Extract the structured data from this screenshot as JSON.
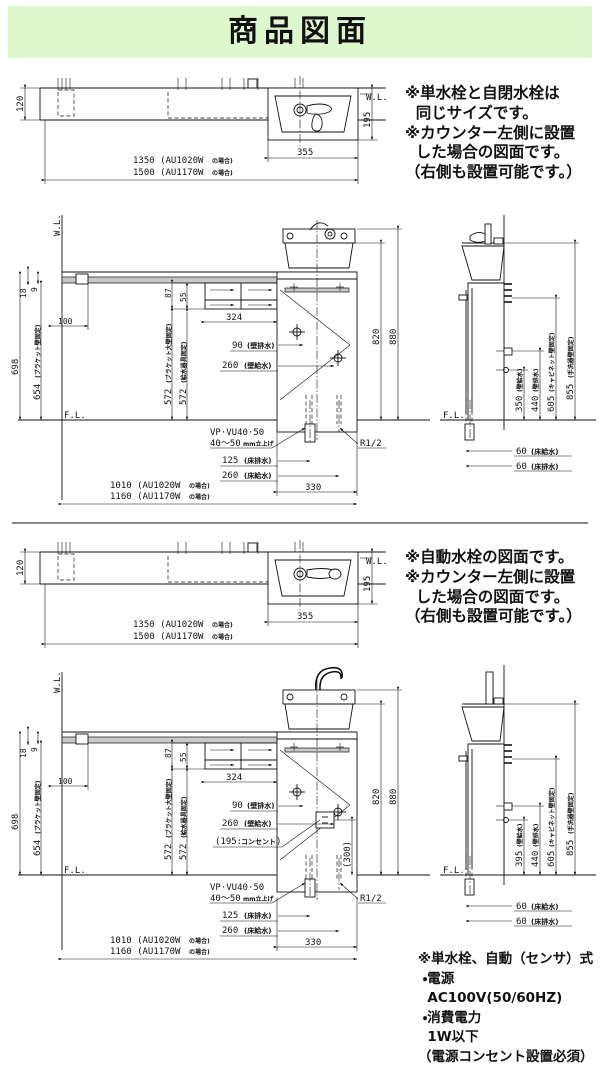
{
  "header": {
    "title": "商品図面",
    "banner_color": "#ddf8cc"
  },
  "sections": [
    {
      "id": "section-single-faucet",
      "notes": "※単水栓と自閉水栓は\n  同じサイズです。\n※カウンター左側に設置\n  した場合の図面です。\n（右側も設置可能です。）",
      "plan": {
        "depth_label": "120",
        "basin_depth_label": "195",
        "basin_width_label": "355",
        "wl_label": "W.L.",
        "overall_1": "1350（AU1020Wの場合）",
        "overall_2": "1500（AU1170Wの場合）"
      },
      "elevation": {
        "wl_label": "W.L.",
        "fl_label": "F.L.",
        "dim_18": "18",
        "dim_9": "9",
        "dim_100": "100",
        "dim_698": "698",
        "dim_654": "654（ブラケット壁固定）",
        "dim_87": "87",
        "dim_55": "55",
        "dim_324": "324",
        "dim_572_bracket": "572（ブラケット大壁固定）",
        "dim_572_supply": "572（給水器具固定）",
        "wall_drain": "90（壁排水）",
        "wall_supply": "260（壁給水）",
        "pipe_spec_1": "VP・VU40・50",
        "pipe_spec_2": "40〜50mm立上げ",
        "floor_drain": "125（床排水）",
        "floor_supply": "260（床給水）",
        "overall_1": "1010（AU1020Wの場合）",
        "overall_2": "1160（AU1170Wの場合）",
        "dim_820": "820",
        "dim_880": "880",
        "dim_330": "330",
        "thread_label": "R1/2"
      },
      "side": {
        "fl_label": "F.L.",
        "dim_350": "350（壁給水）",
        "dim_440": "440（壁排水）",
        "dim_605": "605（キャビネット壁固定）",
        "dim_855": "855（手洗器壁固定）",
        "floor_supply": "60（床給水）",
        "floor_drain": "60（床排水）"
      }
    },
    {
      "id": "section-auto-faucet",
      "notes": "※自動水栓の図面です。\n※カウンター左側に設置\n  した場合の図面です。\n（右側も設置可能です。）",
      "plan": {
        "depth_label": "120",
        "basin_depth_label": "195",
        "basin_width_label": "355",
        "wl_label": "W.L.",
        "overall_1": "1350（AU1020Wの場合）",
        "overall_2": "1500（AU1170Wの場合）"
      },
      "elevation": {
        "wl_label": "W.L.",
        "fl_label": "F.L.",
        "dim_18": "18",
        "dim_9": "9",
        "dim_100": "100",
        "dim_698": "698",
        "dim_654": "654（ブラケット壁固定）",
        "dim_87": "87",
        "dim_55": "55",
        "dim_324": "324",
        "dim_572_bracket": "572（ブラケット大壁固定）",
        "dim_572_supply": "572（給水器具固定）",
        "wall_drain": "90（壁排水）",
        "wall_supply": "260（壁給水）",
        "outlet": "（195：コンセント）",
        "pipe_spec_1": "VP・VU40・50",
        "pipe_spec_2": "40〜50mm立上げ",
        "floor_drain": "125（床排水）",
        "floor_supply": "260（床給水）",
        "overall_1": "1010（AU1020Wの場合）",
        "overall_2": "1160（AU1170Wの場合）",
        "dim_820": "820",
        "dim_880": "880",
        "dim_300": "(300)",
        "dim_330": "330",
        "thread_label": "R1/2"
      },
      "side": {
        "fl_label": "F.L.",
        "dim_395": "395（壁給水）",
        "dim_440": "440（壁排水）",
        "dim_605": "605（キャビネット壁固定）",
        "dim_855": "855（手洗器壁固定）",
        "floor_supply": "60（床給水）",
        "floor_drain": "60（床排水）"
      }
    }
  ],
  "power_spec": "※単水栓、自動（センサ）式\n ・電源\n  AC100V(50/60HZ)\n ・消費電力\n  1W以下\n（電源コンセント設置必須）"
}
